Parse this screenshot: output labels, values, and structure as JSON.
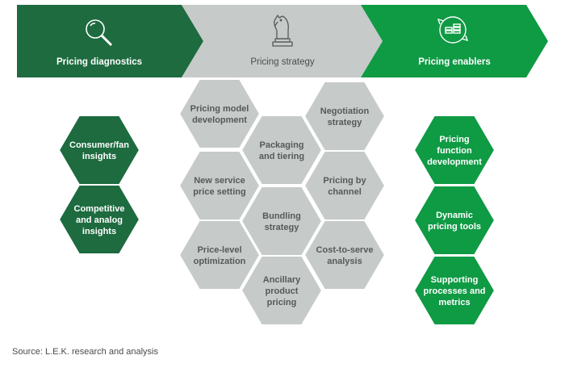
{
  "colors": {
    "dark_green": "#1d6b3f",
    "light_green": "#0f9a44",
    "gray": "#c6cac9",
    "gray_text": "#555a58",
    "white": "#ffffff"
  },
  "banner": [
    {
      "label": "Pricing diagnostics",
      "icon": "magnifying-glass-icon"
    },
    {
      "label": "Pricing strategy",
      "icon": "chess-knight-icon"
    },
    {
      "label": "Pricing enablers",
      "icon": "coins-cycle-icon"
    }
  ],
  "diagnostics": [
    {
      "lines": [
        "Consumer/fan",
        "insights"
      ]
    },
    {
      "lines": [
        "Competitive",
        "and analog",
        "insights"
      ]
    }
  ],
  "strategy": [
    {
      "lines": [
        "Pricing model",
        "development"
      ]
    },
    {
      "lines": [
        "Negotiation",
        "strategy"
      ]
    },
    {
      "lines": [
        "Packaging",
        "and tiering"
      ]
    },
    {
      "lines": [
        "New service",
        "price setting"
      ]
    },
    {
      "lines": [
        "Pricing by",
        "channel"
      ]
    },
    {
      "lines": [
        "Bundling",
        "strategy"
      ]
    },
    {
      "lines": [
        "Price-level",
        "optimization"
      ]
    },
    {
      "lines": [
        "Cost-to-serve",
        "analysis"
      ]
    },
    {
      "lines": [
        "Ancillary",
        "product",
        "pricing"
      ]
    }
  ],
  "enablers": [
    {
      "lines": [
        "Pricing",
        "function",
        "development"
      ]
    },
    {
      "lines": [
        "Dynamic",
        "pricing tools"
      ]
    },
    {
      "lines": [
        "Supporting",
        "processes and",
        "metrics"
      ]
    }
  ],
  "footer": {
    "source": "Source: L.E.K. research and analysis"
  }
}
